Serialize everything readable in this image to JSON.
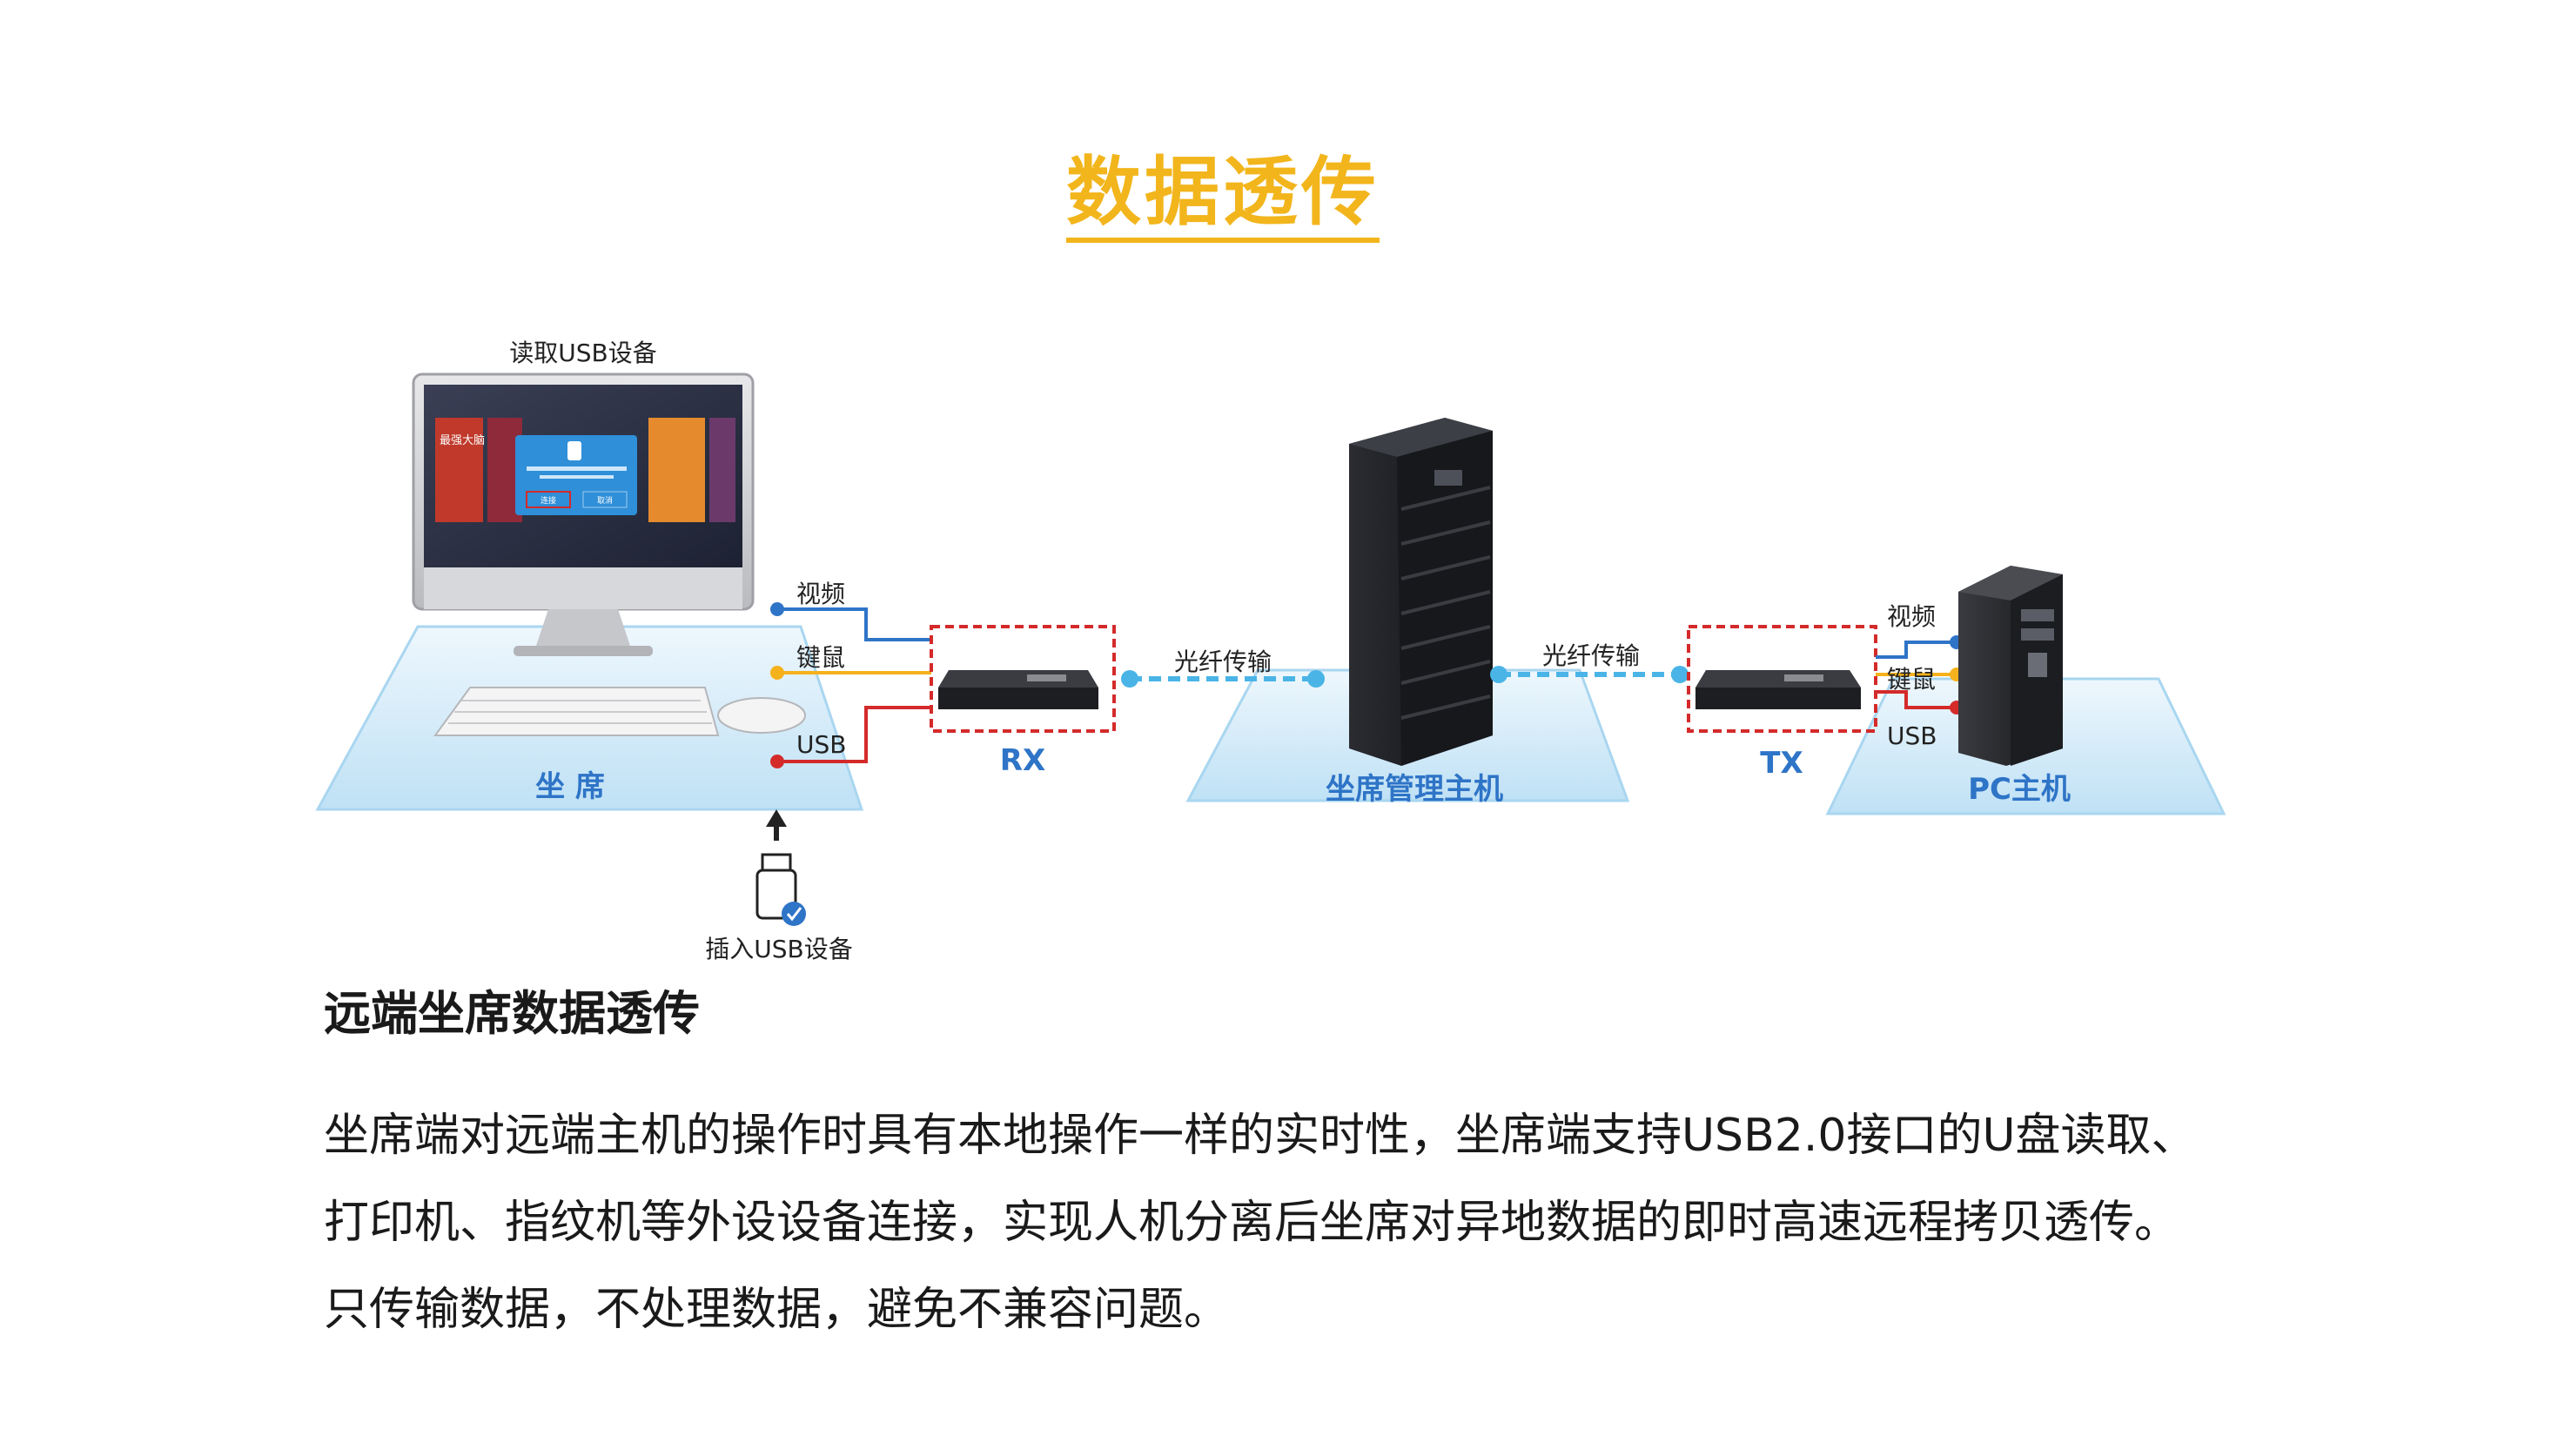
{
  "title": "数据透传",
  "diagram": {
    "read_usb_label": "读取USB设备",
    "insert_usb_label": "插入USB设备",
    "seat_label": "坐 席",
    "rx_label": "RX",
    "tx_label": "TX",
    "server_label": "坐席管理主机",
    "pc_label": "PC主机",
    "fiber_left": "光纤传输",
    "fiber_right": "光纤传输",
    "left_signals": [
      "视频",
      "键鼠",
      "USB"
    ],
    "right_signals": [
      "视频",
      "键鼠",
      "USB"
    ],
    "screen_dialog_ok": "连接",
    "screen_dialog_cancel": "取消",
    "screen_tile_text": "最强大脑",
    "colors": {
      "video": "#2e74c7",
      "kvm": "#f5b21c",
      "usb": "#d42a2a",
      "fiber": "#4ab4e6",
      "platform": "#cfe8f7",
      "dashed_box": "#d42a2a"
    }
  },
  "section_title": "远端坐席数据透传",
  "body_lines": [
    "坐席端对远端主机的操作时具有本地操作一样的实时性，坐席端支持USB2.0接口的U盘读取、",
    "打印机、指纹机等外设设备连接，实现人机分离后坐席对异地数据的即时高速远程拷贝透传。",
    "只传输数据，不处理数据，避免不兼容问题。"
  ]
}
